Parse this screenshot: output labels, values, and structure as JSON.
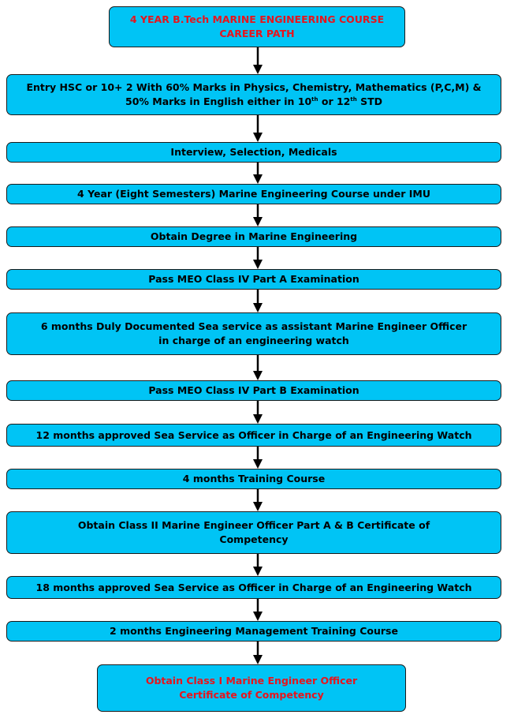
{
  "colors": {
    "box_fill": "#00c4f5",
    "border": "#1a1a1a",
    "highlight_text": "#e8141c",
    "arrow": "#000000"
  },
  "steps": [
    {
      "lines": [
        "4 YEAR B.Tech MARINE ENGINEERING COURSE",
        "CAREER PATH"
      ],
      "highlight": true
    },
    {
      "line1_a": "Entry HSC or 10+ 2  With 60% Marks in Physics, Chemistry, Mathematics (P,C,M) &",
      "line2_a": "50% Marks in English either in 10",
      "sup1": "th",
      "line2_b": " or 12",
      "sup2": "th",
      "line2_c": " STD"
    },
    {
      "lines": [
        "Interview, Selection, Medicals"
      ]
    },
    {
      "lines": [
        "4 Year (Eight Semesters) Marine Engineering Course under IMU"
      ]
    },
    {
      "lines": [
        "Obtain Degree in Marine Engineering"
      ]
    },
    {
      "lines": [
        "Pass MEO Class IV Part A Examination"
      ]
    },
    {
      "lines": [
        "6 months Duly Documented Sea service as assistant Marine Engineer Officer",
        "in charge of an engineering watch"
      ]
    },
    {
      "lines": [
        "Pass MEO Class IV Part B Examination"
      ]
    },
    {
      "lines": [
        "12 months approved Sea Service as Officer in Charge of an Engineering Watch"
      ]
    },
    {
      "lines": [
        "4 months Training Course"
      ]
    },
    {
      "lines": [
        "Obtain Class II Marine Engineer Officer Part A & B Certificate of",
        "Competency"
      ]
    },
    {
      "lines": [
        "18  months approved Sea Service as Officer in Charge of an Engineering Watch"
      ]
    },
    {
      "lines": [
        "2 months Engineering Management Training Course"
      ]
    },
    {
      "lines": [
        "Obtain Class I Marine Engineer Officer",
        "Certificate of Competency"
      ],
      "highlight": true
    }
  ]
}
